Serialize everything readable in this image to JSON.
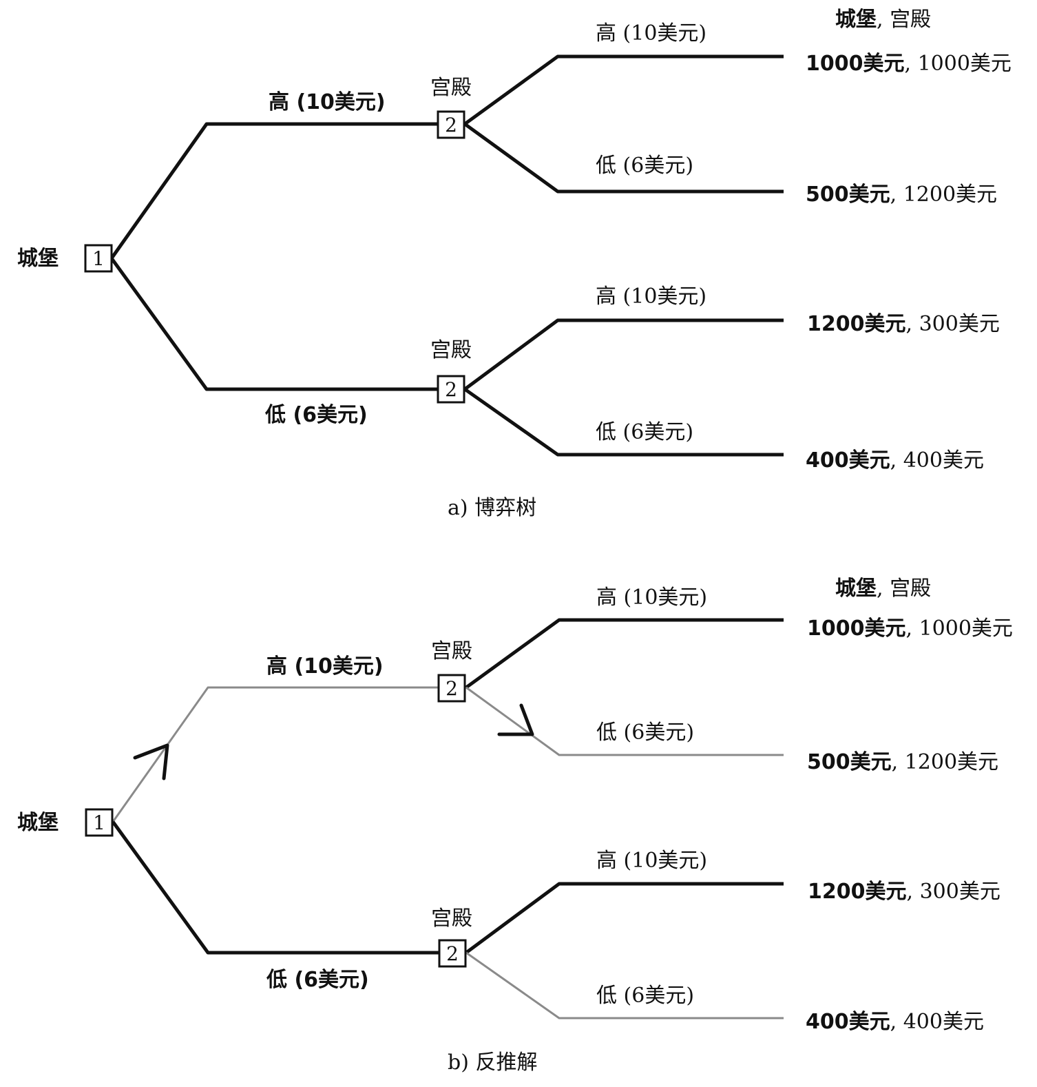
{
  "game_tree": {
    "payoff_header_castle": "城堡",
    "payoff_header_rest": ", 宫殿",
    "root_player": "城堡",
    "root_node": "1",
    "mid_player": "宫殿",
    "mid_node": "2",
    "high_label": "高 (10美元)",
    "low_label": "低 (6美元)",
    "payoffs": [
      {
        "castle": "1000美元",
        "palace": ", 1000美元"
      },
      {
        "castle": "500美元",
        "palace": ", 1200美元"
      },
      {
        "castle": "1200美元",
        "palace": ", 300美元"
      },
      {
        "castle": "400美元",
        "palace": ", 400美元"
      }
    ],
    "caption": "a) 博弈树"
  },
  "rollback": {
    "payoff_header_castle": "城堡",
    "payoff_header_rest": ", 宫殿",
    "root_player": "城堡",
    "root_node": "1",
    "mid_player": "宫殿",
    "mid_node": "2",
    "high_label": "高 (10美元)",
    "low_label": "低 (6美元)",
    "payoffs": [
      {
        "castle": "1000美元",
        "palace": ", 1000美元"
      },
      {
        "castle": "500美元",
        "palace": ", 1200美元"
      },
      {
        "castle": "1200美元",
        "palace": ", 300美元"
      },
      {
        "castle": "400美元",
        "palace": ", 400美元"
      }
    ],
    "caption": "b) 反推解"
  }
}
